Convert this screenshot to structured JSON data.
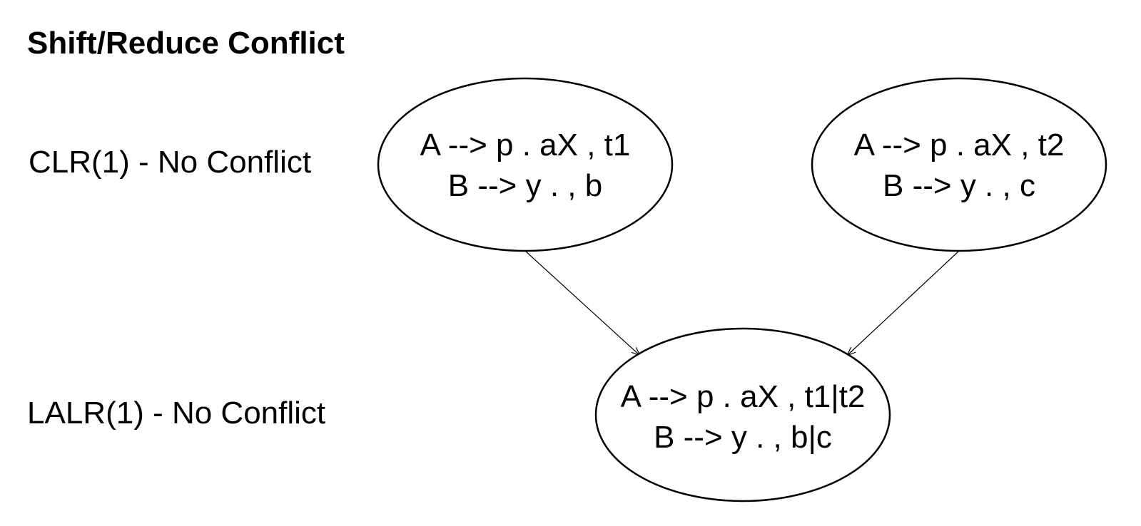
{
  "title": "Shift/Reduce Conflict",
  "row_labels": {
    "clr": "CLR(1) - No Conflict",
    "lalr": "LALR(1) - No Conflict"
  },
  "states": {
    "clr_state_1": {
      "item_1": "A --> p . aX , t1",
      "item_2": "B --> y . , b"
    },
    "clr_state_2": {
      "item_1": "A --> p . aX , t2",
      "item_2": "B --> y . , c"
    },
    "lalr_state": {
      "item_1": "A --> p . aX , t1|t2",
      "item_2": "B --> y . , b|c"
    }
  },
  "edges": [
    {
      "from": "clr_state_1",
      "to": "lalr_state"
    },
    {
      "from": "clr_state_2",
      "to": "lalr_state"
    }
  ]
}
